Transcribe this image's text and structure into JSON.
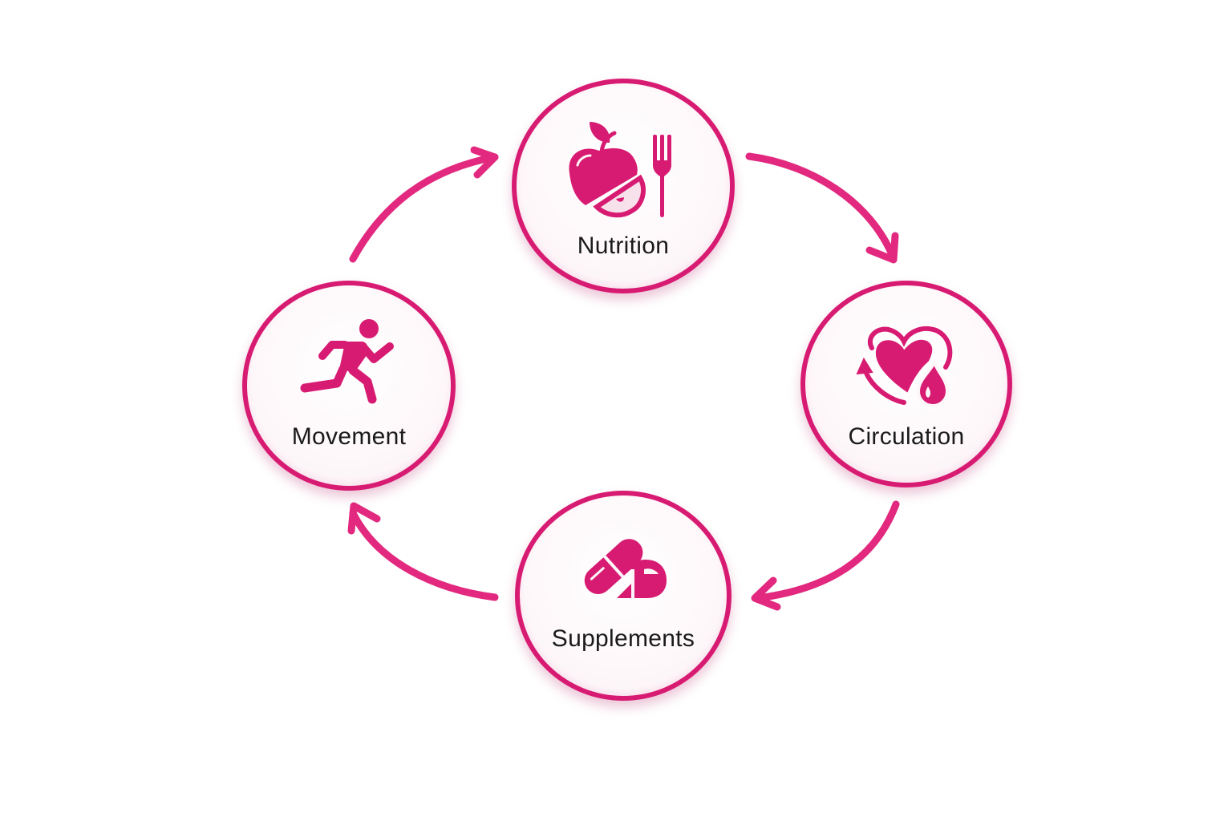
{
  "diagram": {
    "type": "cycle",
    "accent_color": "#d81b72",
    "arrow_color": "#e2297f",
    "node_fill": "#fdf6f9",
    "text_color": "#1a1a1a",
    "nodes": [
      {
        "id": "nutrition",
        "label": "Nutrition",
        "icon": "apple-fork-icon"
      },
      {
        "id": "circulation",
        "label": "Circulation",
        "icon": "heart-droplet-cycle-icon"
      },
      {
        "id": "supplements",
        "label": "Supplements",
        "icon": "capsule-pills-icon"
      },
      {
        "id": "movement",
        "label": "Movement",
        "icon": "running-person-icon"
      }
    ],
    "edges": [
      {
        "from": "nutrition",
        "to": "circulation"
      },
      {
        "from": "circulation",
        "to": "supplements"
      },
      {
        "from": "supplements",
        "to": "movement"
      },
      {
        "from": "movement",
        "to": "nutrition"
      }
    ]
  }
}
